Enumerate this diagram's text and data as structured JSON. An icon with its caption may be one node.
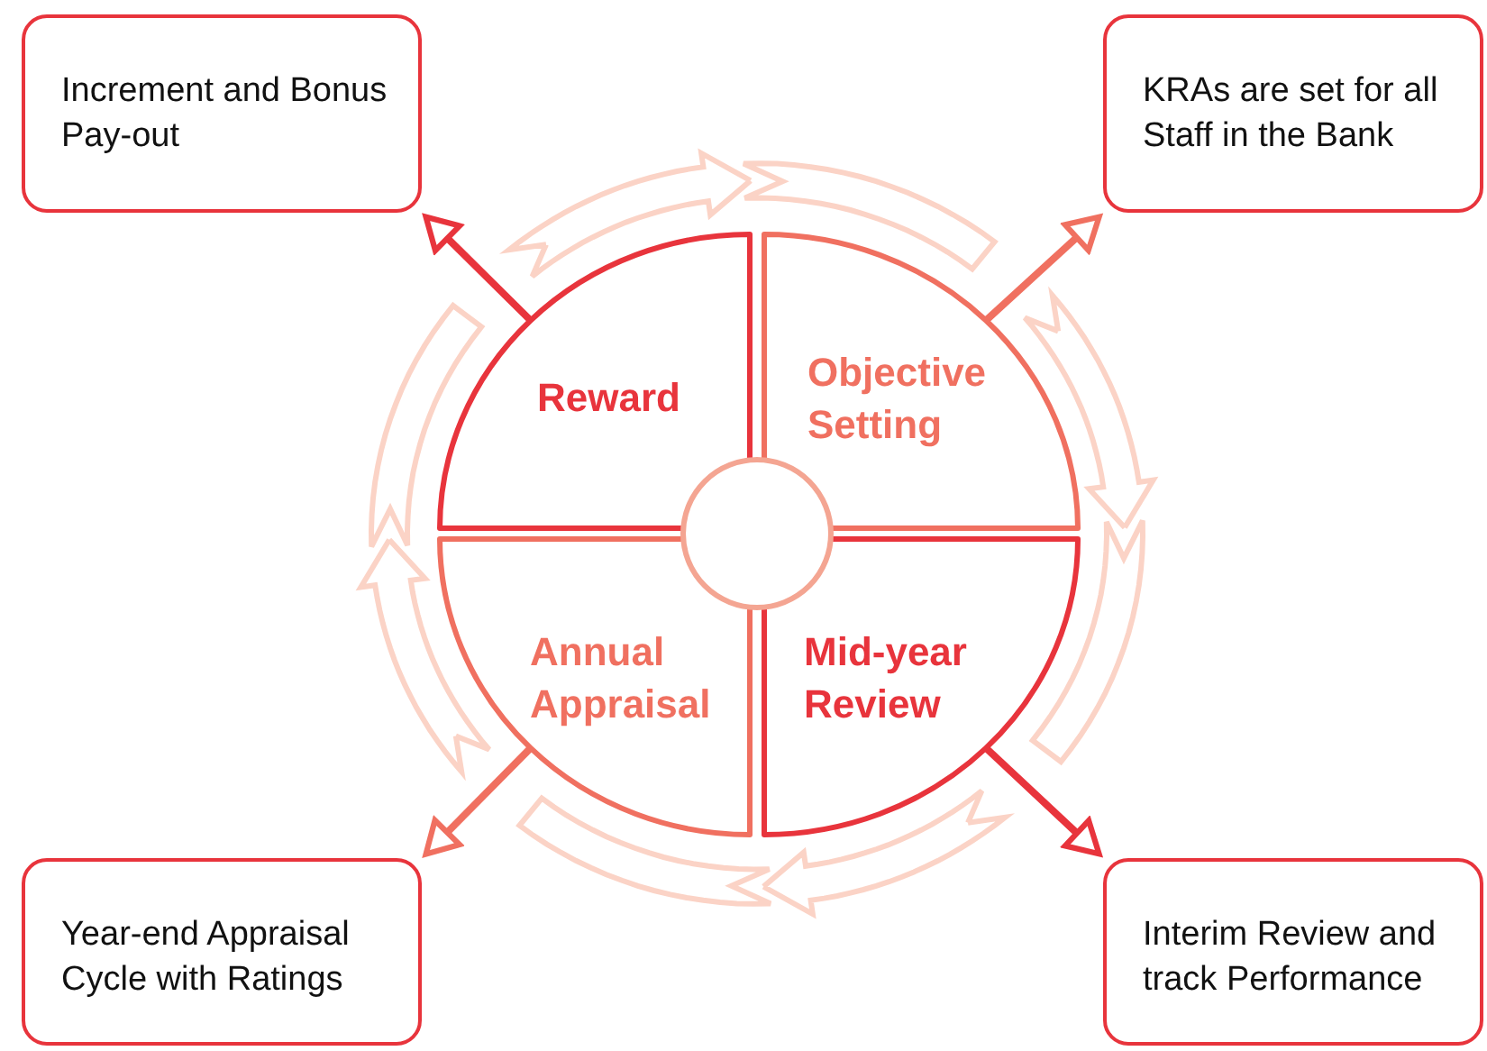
{
  "diagram": {
    "nodes": [
      {
        "text": [
          "Increment and Bonus Pay-out"
        ]
      },
      {
        "text": [
          "KRAs are set for all Staff in the Bank"
        ]
      },
      {
        "text": [
          "Reward"
        ]
      },
      {
        "text": [
          "Objective Setting"
        ]
      },
      {
        "text": [],
        "shape": "circle"
      },
      {
        "text": [
          "Annual Appraisal"
        ]
      },
      {
        "text": [
          "Mid-year Review"
        ]
      },
      {
        "text": [
          "Year-end Appraisal Cycle with Ratings"
        ]
      },
      {
        "text": [
          "Interim Review and track Performance"
        ]
      }
    ],
    "edges": [
      {
        "from": 2,
        "to": 0,
        "arrow": "to",
        "color": "#e8343c"
      },
      {
        "from": 3,
        "to": 1,
        "arrow": "to",
        "color": "#f07060"
      },
      {
        "from": 5,
        "to": 7,
        "arrow": "to",
        "color": "#f07060"
      },
      {
        "from": 6,
        "to": 8,
        "arrow": "to",
        "color": "#e8343c"
      }
    ]
  }
}
